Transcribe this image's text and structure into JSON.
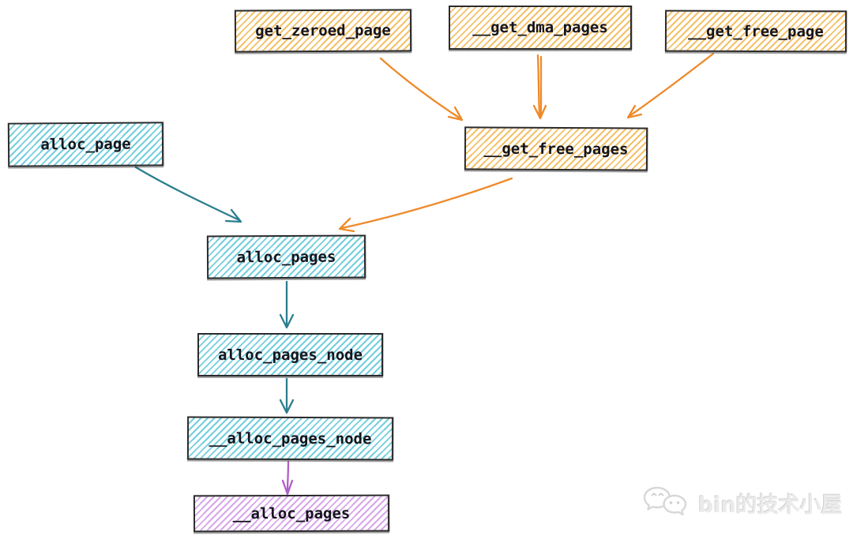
{
  "diagram": {
    "type": "call-graph-flowchart",
    "style": "hand-drawn-sketch",
    "nodes": [
      {
        "id": "get_zeroed_page",
        "label": "get_zeroed_page",
        "variant": "orange"
      },
      {
        "id": "__get_dma_pages",
        "label": "__get_dma_pages",
        "variant": "orange"
      },
      {
        "id": "__get_free_page",
        "label": "__get_free_page",
        "variant": "orange"
      },
      {
        "id": "alloc_page",
        "label": "alloc_page",
        "variant": "blue"
      },
      {
        "id": "__get_free_pages",
        "label": "__get_free_pages",
        "variant": "orange"
      },
      {
        "id": "alloc_pages",
        "label": "alloc_pages",
        "variant": "blue"
      },
      {
        "id": "alloc_pages_node",
        "label": "alloc_pages_node",
        "variant": "blue"
      },
      {
        "id": "__alloc_pages_node",
        "label": "__alloc_pages_node",
        "variant": "blue"
      },
      {
        "id": "__alloc_pages",
        "label": "__alloc_pages",
        "variant": "purple"
      }
    ],
    "edges": [
      {
        "from": "get_zeroed_page",
        "to": "__get_free_pages",
        "color": "orange"
      },
      {
        "from": "__get_dma_pages",
        "to": "__get_free_pages",
        "color": "orange"
      },
      {
        "from": "__get_free_page",
        "to": "__get_free_pages",
        "color": "orange"
      },
      {
        "from": "alloc_page",
        "to": "alloc_pages",
        "color": "teal"
      },
      {
        "from": "__get_free_pages",
        "to": "alloc_pages",
        "color": "orange"
      },
      {
        "from": "alloc_pages",
        "to": "alloc_pages_node",
        "color": "teal"
      },
      {
        "from": "alloc_pages_node",
        "to": "__alloc_pages_node",
        "color": "teal"
      },
      {
        "from": "__alloc_pages_node",
        "to": "__alloc_pages",
        "color": "purple"
      }
    ]
  },
  "watermark": {
    "text": "bin的技术小屋",
    "icon": "wechat-chat-bubbles-icon"
  },
  "colors": {
    "orange_stroke": "#ee8a2a",
    "orange_hatch": "#f4c169",
    "teal_stroke": "#2b7e8f",
    "blue_hatch": "#74cedd",
    "purple_stroke": "#b05fc6",
    "purple_hatch": "#d7a7ea",
    "box_border": "#2b2b2b",
    "label_text": "#15151d",
    "watermark_text": "#ebebeb",
    "background": "#ffffff"
  }
}
